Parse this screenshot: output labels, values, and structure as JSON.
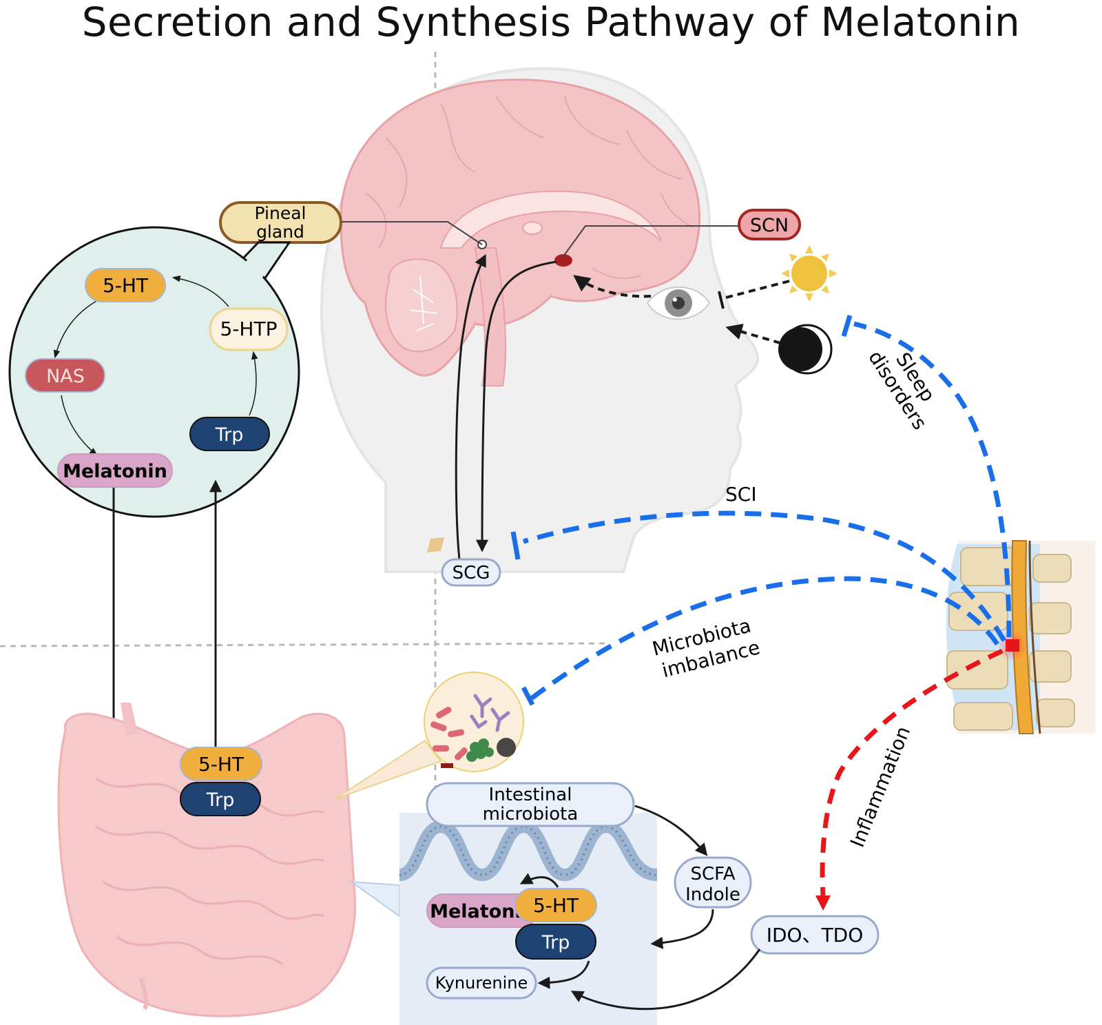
{
  "title": "Secretion and Synthesis Pathway of Melatonin",
  "colors": {
    "serotonin_fill": "#f0ae3c",
    "trp_fill": "#1e4373",
    "nas_fill": "#c8575c",
    "melatonin_fill": "#d9a5c8",
    "htp_fill": "#fdf1e0",
    "pineal_fill": "#f2e2b0",
    "pineal_stroke": "#8a5a22",
    "scn_fill": "#efa6a8",
    "scn_stroke": "#a52424",
    "neutral_node_fill": "#eaf0fa",
    "neutral_node_stroke": "#98a9cc",
    "pineal_circle_fill": "#dff0ec",
    "inhibit_blue": "#1a6fe8",
    "inflammation_red": "#e8161a",
    "brain_pink": "#f3c3c5",
    "gut_pink": "#f6c9cb",
    "head_gray": "#f0f0f0"
  },
  "brain_region": {
    "pineal_label": [
      "Pineal",
      "gland"
    ],
    "scn_label": "SCN",
    "scg_label": "SCG",
    "light_source": "sun-icon",
    "dark_source": "moon-icon"
  },
  "pineal_cycle": {
    "nodes": {
      "serotonin": "5-HT",
      "htp": "5-HTP",
      "nas": "NAS",
      "melatonin": "Melatonin",
      "trp": "Trp"
    },
    "sequence": [
      "Trp",
      "5-HTP",
      "5-HT",
      "NAS",
      "Melatonin"
    ]
  },
  "gut_region": {
    "serotonin": "5-HT",
    "trp": "Trp"
  },
  "intestine_detail": {
    "microbiota_label": [
      "Intestinal",
      "microbiota"
    ],
    "scfa_label": [
      "SCFA",
      "Indole"
    ],
    "melatonin": "Melatonin",
    "serotonin": "5-HT",
    "trp": "Trp",
    "kynurenine": "Kynurenine",
    "enzymes": "IDO、TDO"
  },
  "sci_effects": {
    "sleep": [
      "Sleep",
      "disorders"
    ],
    "sci": "SCI",
    "microbiota": [
      "Microbiota",
      "imbalance"
    ],
    "inflammation": "Inflammation"
  },
  "edges": [
    {
      "from": "Trp",
      "to": "5-HTP",
      "type": "arrow"
    },
    {
      "from": "5-HTP",
      "to": "5-HT",
      "type": "arrow"
    },
    {
      "from": "5-HT",
      "to": "NAS",
      "type": "arrow"
    },
    {
      "from": "NAS",
      "to": "Melatonin",
      "type": "arrow"
    },
    {
      "from": "Pineal Melatonin",
      "to": "Gut",
      "type": "arrow"
    },
    {
      "from": "Gut Trp",
      "to": "Pineal Trp",
      "type": "arrow"
    },
    {
      "from": "SCN",
      "to": "SCG",
      "type": "arrow"
    },
    {
      "from": "SCG",
      "to": "Pineal gland",
      "type": "arrow"
    },
    {
      "from": "Eye",
      "to": "SCN",
      "type": "dashed-arrow"
    },
    {
      "from": "Sun",
      "to": "Eye",
      "type": "dashed-inhibit"
    },
    {
      "from": "Moon",
      "to": "Eye",
      "type": "dashed-arrow"
    },
    {
      "from": "SCI",
      "to": "Sleep",
      "type": "blue-dashed-inhibit",
      "label": "Sleep disorders"
    },
    {
      "from": "SCI",
      "to": "SCG",
      "type": "blue-dashed-inhibit",
      "label": "SCI"
    },
    {
      "from": "SCI",
      "to": "Microbiota",
      "type": "blue-dashed-inhibit",
      "label": "Microbiota imbalance"
    },
    {
      "from": "SCI",
      "to": "IDO、TDO",
      "type": "red-dashed-arrow",
      "label": "Inflammation"
    },
    {
      "from": "Intestinal microbiota",
      "to": "SCFA Indole",
      "type": "arrow"
    },
    {
      "from": "SCFA Indole",
      "to": "Trp",
      "type": "arrow"
    },
    {
      "from": "5-HT",
      "to": "Melatonin",
      "type": "arrow"
    },
    {
      "from": "Trp",
      "to": "Kynurenine",
      "type": "arrow"
    },
    {
      "from": "IDO、TDO",
      "to": "Kynurenine",
      "type": "arrow"
    }
  ]
}
